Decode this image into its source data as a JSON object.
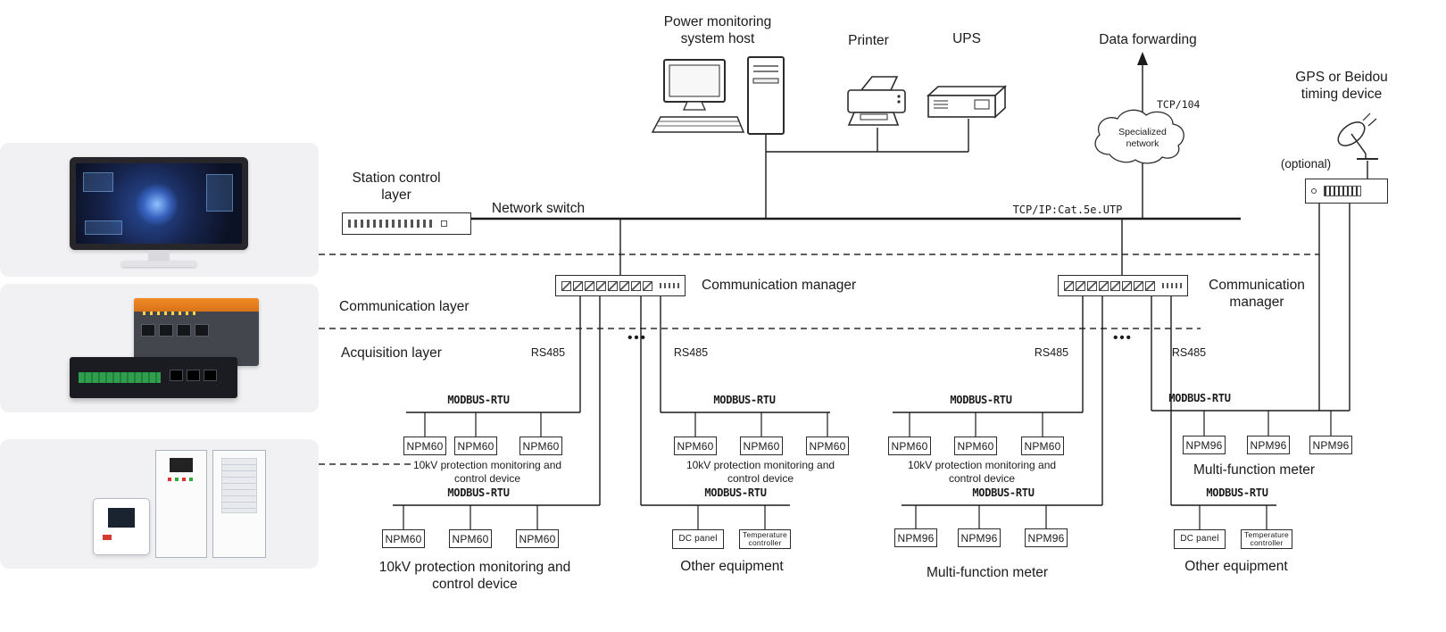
{
  "top": {
    "host_label": "Power monitoring system host",
    "printer_label": "Printer",
    "ups_label": "UPS",
    "data_forwarding_label": "Data forwarding",
    "tcp104_label": "TCP/104",
    "cloud_label": "Specialized network",
    "gps_label": "GPS or Beidou timing device",
    "optional_label": "(optional)"
  },
  "layers": {
    "station_label": "Station control layer",
    "communication_label": "Communication layer",
    "acquisition_label": "Acquisition layer"
  },
  "backbone": {
    "network_switch_label": "Network switch",
    "bus_protocol_label": "TCP/IP:Cat.5e.UTP",
    "comm_manager_left_label": "Communication manager",
    "comm_manager_right_label": "Communication manager",
    "dots_left": "•••",
    "dots_right": "•••",
    "rs485_1": "RS485",
    "rs485_2": "RS485",
    "rs485_3": "RS485",
    "rs485_4": "RS485"
  },
  "groups": {
    "g1": {
      "modbus_top": "MODBUS-RTU",
      "modbus_bottom": "MODBUS-RTU",
      "top_devices": {
        "d1": "NPM60",
        "d2": "NPM60",
        "d3": "NPM60"
      },
      "bottom_devices": {
        "d1": "NPM60",
        "d2": "NPM60",
        "d3": "NPM60"
      },
      "caption_top": "10kV protection monitoring and control device",
      "caption_bottom": "10kV protection monitoring and control device"
    },
    "g2": {
      "modbus_top": "MODBUS-RTU",
      "modbus_bottom": "MODBUS-RTU",
      "top_devices": {
        "d1": "NPM60",
        "d2": "NPM60",
        "d3": "NPM60"
      },
      "bottom_devices": {
        "d1": "DC panel",
        "d2": "Temperature controller"
      },
      "caption_top": "10kV protection monitoring and control device",
      "caption_bottom": "Other equipment"
    },
    "g3": {
      "modbus_top": "MODBUS-RTU",
      "modbus_bottom": "MODBUS-RTU",
      "top_devices": {
        "d1": "NPM60",
        "d2": "NPM60",
        "d3": "NPM60"
      },
      "bottom_devices": {
        "d1": "NPM96",
        "d2": "NPM96",
        "d3": "NPM96"
      },
      "caption_top": "10kV protection monitoring and control device",
      "caption_bottom": "Multi-function meter"
    },
    "g4": {
      "modbus_top": "MODBUS-RTU",
      "modbus_bottom": "MODBUS-RTU",
      "top_devices": {
        "d1": "NPM96",
        "d2": "NPM96",
        "d3": "NPM96"
      },
      "bottom_devices": {
        "d1": "DC panel",
        "d2": "Temperature controller"
      },
      "caption_top": "Multi-function meter",
      "caption_bottom": "Other equipment"
    }
  },
  "colors": {
    "line": "#1b1b1b",
    "card_bg": "#f1f1f3",
    "accent_orange": "#e8842a",
    "screen_blue": "#2a4fa0"
  }
}
